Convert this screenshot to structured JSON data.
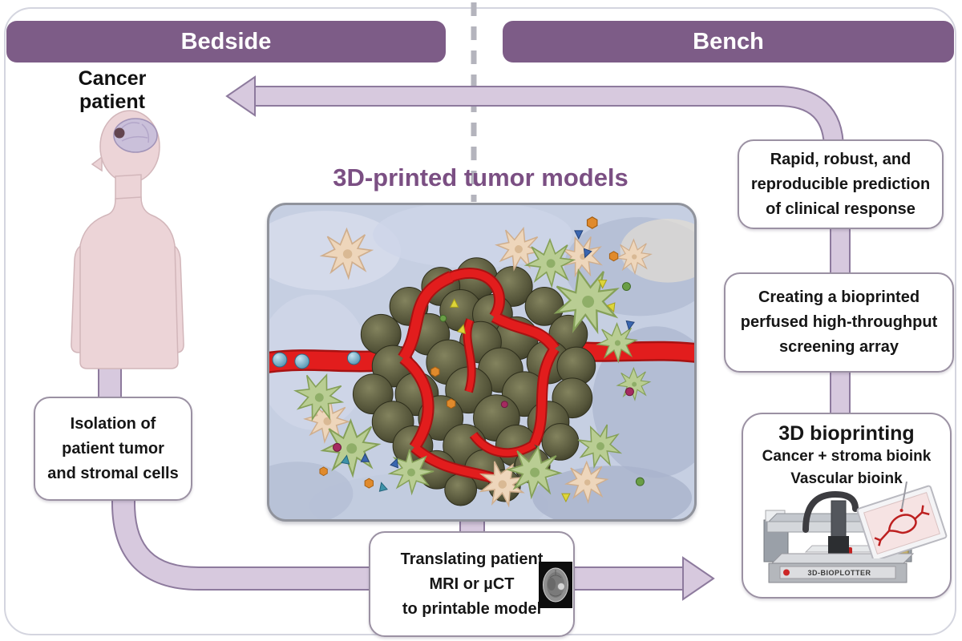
{
  "headers": {
    "bedside": "Bedside",
    "bench": "Bench"
  },
  "patient": {
    "label_lines": [
      "Cancer",
      "patient"
    ]
  },
  "center": {
    "title": "3D-printed tumor models"
  },
  "boxes": {
    "rapid": {
      "lines": [
        "Rapid, robust, and",
        "reproducible prediction",
        "of clinical response"
      ]
    },
    "creating": {
      "lines": [
        "Creating a bioprinted",
        "perfused high-throughput",
        "screening array"
      ]
    },
    "bioprinting": {
      "title": "3D bioprinting",
      "subtitle_lines": [
        "Cancer + stroma bioink",
        "Vascular bioink"
      ],
      "printer_label": "3D-BIOPLOTTER"
    },
    "isolation": {
      "lines": [
        "Isolation of",
        "patient tumor",
        "and stromal cells"
      ]
    },
    "translating": {
      "lines": [
        "Translating patient",
        "MRI or µCT",
        "to printable model"
      ]
    }
  },
  "colors": {
    "header_bar": "#7d5c87",
    "arrow_fill": "#d7c9de",
    "arrow_stroke": "#8d7a9d",
    "title_purple": "#7b4f83",
    "box_border": "#9b91a3",
    "vessel_red": "#dd1c1c",
    "tumor_olive": "#54543a",
    "stroma_green": "#b9cd93",
    "stroma_beige": "#eed6bb"
  }
}
